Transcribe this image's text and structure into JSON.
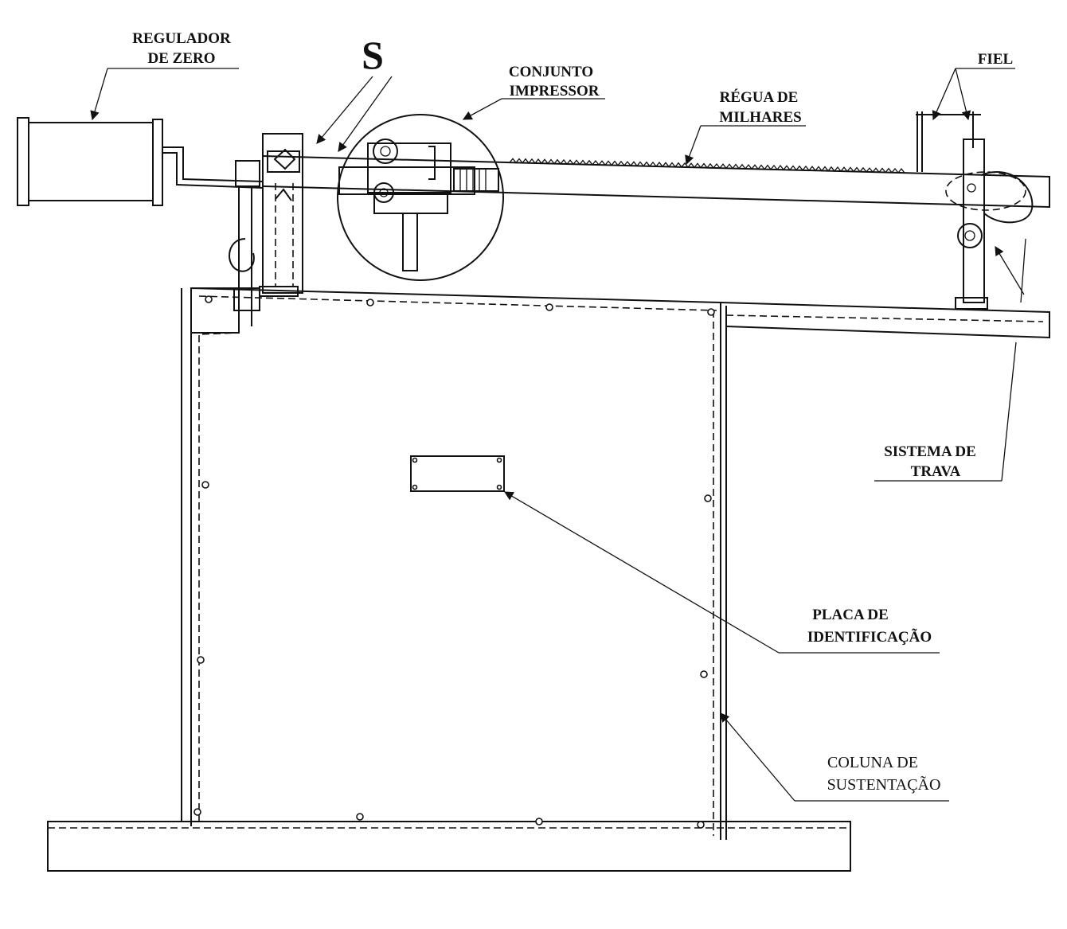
{
  "labels": {
    "regulador_line1": "REGULADOR",
    "regulador_line2": "DE ZERO",
    "s_marker": "S",
    "conjunto_line1": "CONJUNTO",
    "conjunto_line2": "IMPRESSOR",
    "regua_line1": "RÉGUA DE",
    "regua_line2": "MILHARES",
    "fiel": "FIEL",
    "sistema_line1": "SISTEMA DE",
    "sistema_line2": "TRAVA",
    "placa_line1": "PLACA DE",
    "placa_line2": "IDENTIFICAÇÃO",
    "coluna_line1": "COLUNA DE",
    "coluna_line2": "SUSTENTAÇÃO"
  }
}
